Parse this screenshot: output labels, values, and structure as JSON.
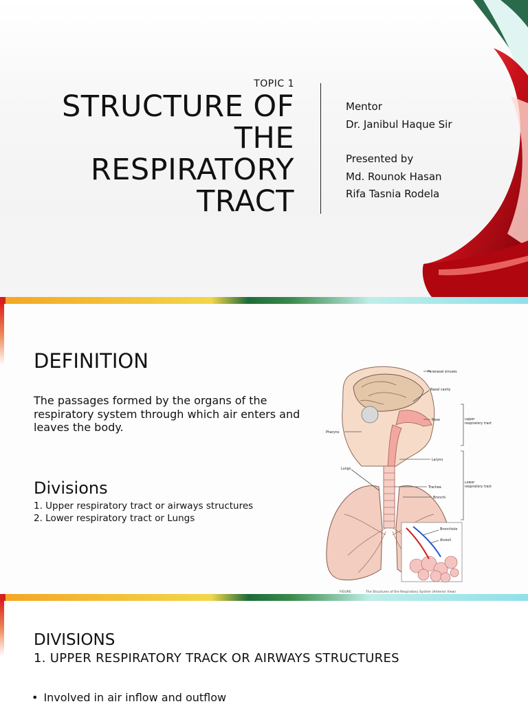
{
  "slide1": {
    "topic": "TOPIC 1",
    "title_lines": [
      "STRUCTURE OF",
      "THE",
      "RESPIRATORY",
      "TRACT"
    ],
    "mentor_label": "Mentor",
    "mentor_name": "Dr. Janibul Haque Sir",
    "presented_label": "Presented by",
    "presenters": [
      "Md. Rounok Hasan",
      "Rifa Tasnia Rodela"
    ]
  },
  "slide2": {
    "heading": "DEFINITION",
    "definition": "The passages formed by the organs of the respiratory system through which air enters and leaves the body.",
    "divisions_heading": "Divisions",
    "divisions": [
      "1. Upper respiratory tract or airways structures",
      "2. Lower respiratory tract or Lungs"
    ],
    "figure": {
      "labels": {
        "paranasal": "Paranasal sinuses",
        "nasal": "Nasal cavity",
        "nose": "Nose",
        "pharynx": "Pharynx",
        "larynx": "Larynx",
        "lungs": "Lungs",
        "trachea": "Trachea",
        "bronchi": "Bronchi",
        "bronchiole": "Bronchiole",
        "alveoli": "Alveoli",
        "upper": "Upper respiratory tract",
        "lower": "Lower respiratory tract",
        "fig_number": "FIGURE",
        "caption": "The Structures of the Respiratory System (Anterior View)"
      }
    }
  },
  "slide3": {
    "heading": "DIVISIONS",
    "subheading": "1. UPPER RESPIRATORY TRACK OR AIRWAYS STRUCTURES",
    "bullet": "Involved in air inflow and outflow"
  },
  "colors": {
    "accent_red": "#c8101a",
    "accent_green": "#1e6b3a",
    "accent_yellow": "#f2c230",
    "accent_cyan": "#9fe3ea"
  }
}
